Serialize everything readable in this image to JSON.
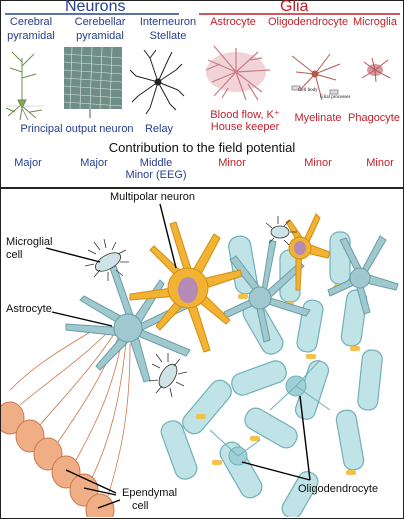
{
  "top_panel": {
    "neurons_header": "Neurons",
    "glia_header": "Glia",
    "cell_types": [
      {
        "name": "Cerebral pyramidal",
        "line1": "Cerebral",
        "line2": "pyramidal"
      },
      {
        "name": "Cerebellar pyramidal",
        "line1": "Cerebellar",
        "line2": "pyramidal"
      },
      {
        "name": "Interneuron Stellate",
        "line1": "Interneuron",
        "line2": "Stellate"
      },
      {
        "name": "Astrocyte",
        "line1": "Astrocyte",
        "line2": ""
      },
      {
        "name": "Oligodendrocyte",
        "line1": "Oligodendrocyte",
        "line2": ""
      },
      {
        "name": "Microglia",
        "line1": "Microglia",
        "line2": ""
      }
    ],
    "functions": {
      "principal": "Principal output neuron",
      "relay": "Relay",
      "astro_line1": "Blood flow, K⁺",
      "astro_line2": "House keeper",
      "myelinate": "Myelinate",
      "phagocyte": "Phagocyte"
    },
    "inner_labels": {
      "cell_body": "Cell body",
      "glial_processes": "Glial processes"
    },
    "contribution_title": "Contribution to the field potential",
    "contributions": {
      "c1": "Major",
      "c2": "Major",
      "c3_line1": "Middle",
      "c3_line2": "Minor (EEG)",
      "c4": "Minor",
      "c5": "Minor",
      "c6": "Minor"
    },
    "colors": {
      "neurons": "#27408f",
      "glia": "#c0212b"
    }
  },
  "bottom_panel": {
    "labels": {
      "multipolar_neuron": "Multipolar neuron",
      "microglial_line1": "Microglial",
      "microglial_line2": "cell",
      "astrocyte": "Astrocyte",
      "ependymal_line1": "Ependymal",
      "ependymal_line2": "cell",
      "oligodendrocyte": "Oligodendrocyte"
    },
    "colors": {
      "neuron": "#f2b233",
      "nucleus": "#b58bb5",
      "astrocyte": "#9fc9cf",
      "myelin": "#bfe3e6",
      "ependymal": "#efae85",
      "microglia": "#555555"
    }
  }
}
